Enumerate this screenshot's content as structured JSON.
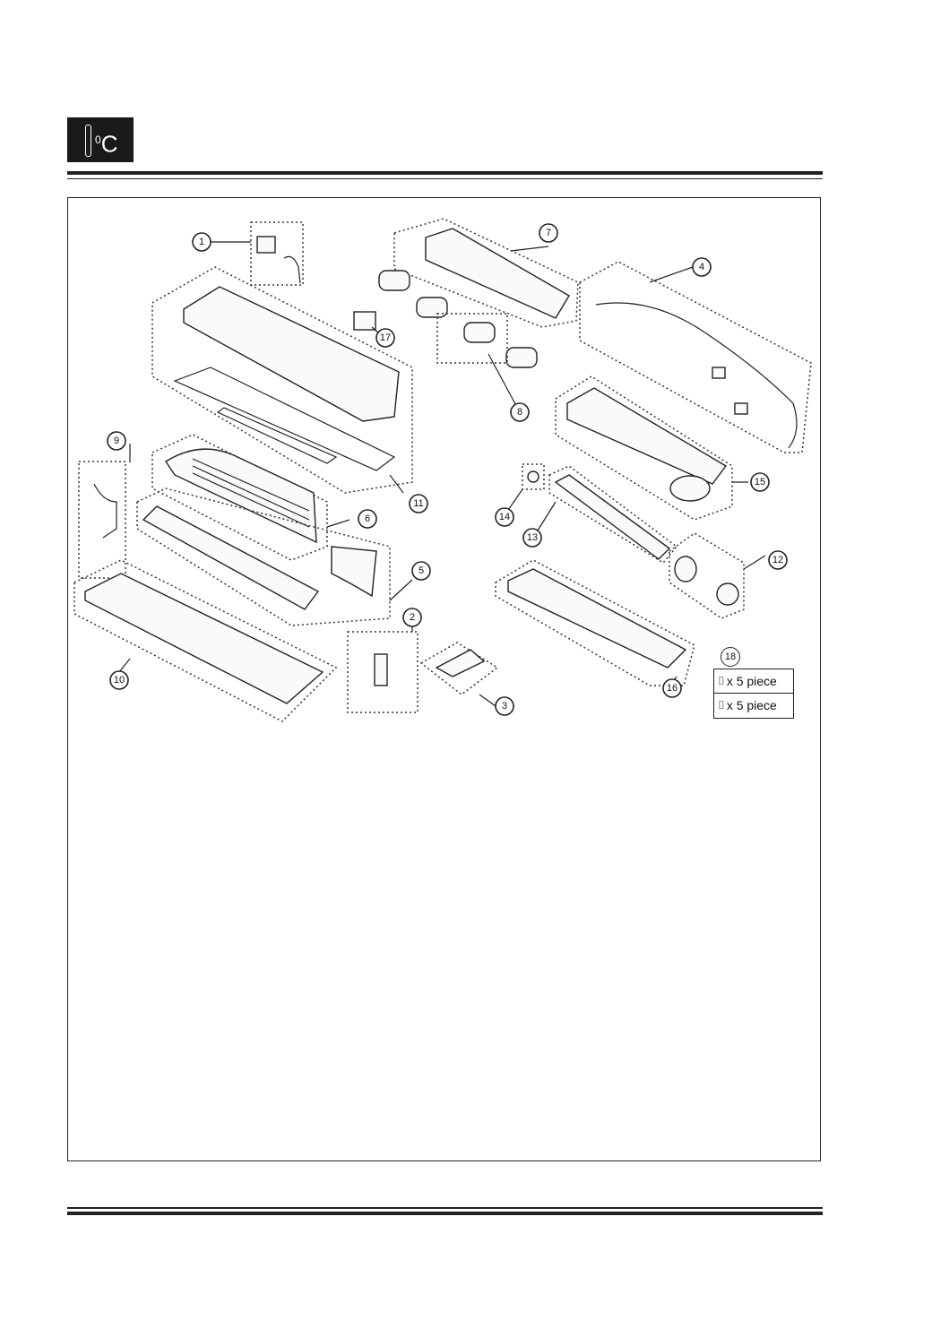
{
  "header": {
    "logo_icon": "thermometer-icon",
    "logo_unit_symbol": "0",
    "logo_unit_letter": "C"
  },
  "diagram": {
    "callouts": [
      "1",
      "2",
      "3",
      "4",
      "5",
      "6",
      "7",
      "8",
      "9",
      "10",
      "11",
      "12",
      "13",
      "14",
      "15",
      "16",
      "17",
      "18"
    ],
    "screw_box": {
      "number": "18",
      "rows": [
        {
          "icon": "screw-icon",
          "label": "x 5 piece"
        },
        {
          "icon": "screw-icon",
          "label": "x 5 piece"
        }
      ]
    }
  }
}
